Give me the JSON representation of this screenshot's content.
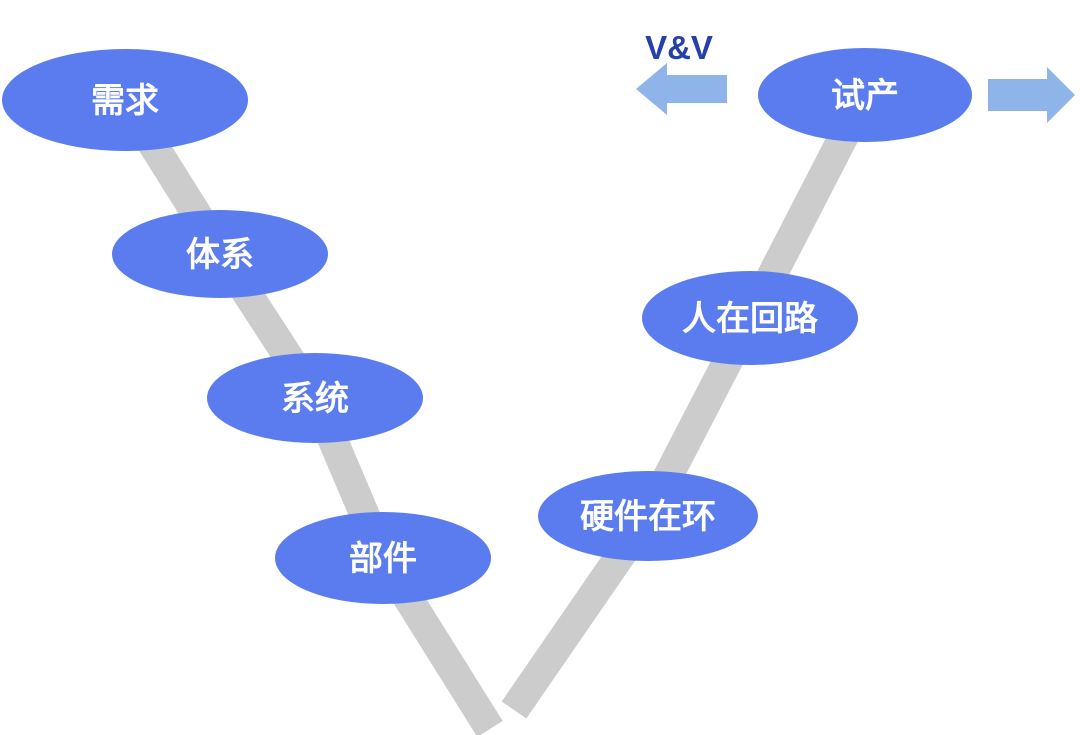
{
  "diagram": {
    "vv_label": "V&V",
    "nodes": [
      {
        "id": "requirements",
        "label": "需求"
      },
      {
        "id": "architecture",
        "label": "体系"
      },
      {
        "id": "system",
        "label": "系统"
      },
      {
        "id": "component",
        "label": "部件"
      },
      {
        "id": "hardware-in-loop",
        "label": "硬件在环"
      },
      {
        "id": "human-in-loop",
        "label": "人在回路"
      },
      {
        "id": "trial-production",
        "label": "试产"
      }
    ],
    "left_branch_order": [
      "需求",
      "体系",
      "系统",
      "部件"
    ],
    "right_branch_order": [
      "硬件在环",
      "人在回路",
      "试产"
    ]
  },
  "colors": {
    "node_fill": "#5B7CEE",
    "node_text": "#FFFFFF",
    "path_gray": "#CCCCCC",
    "arrow_blue": "#8FB4EA",
    "vv_text": "#2540A8",
    "background": "#FFFFFF"
  }
}
